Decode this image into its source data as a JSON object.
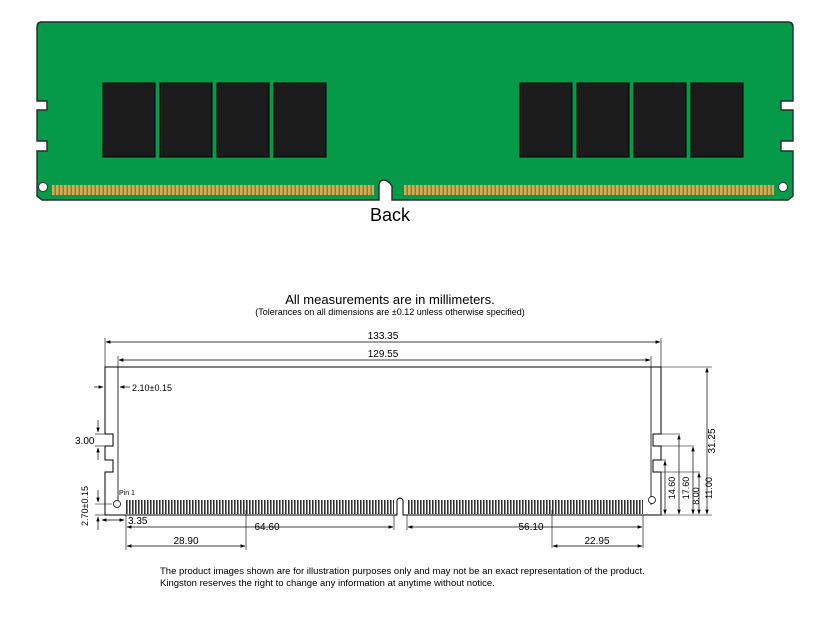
{
  "photo": {
    "side_label": "Back",
    "colors": {
      "pcb": "#049a4a",
      "chip": "#1c1c1c",
      "contacts": "#c9a24a"
    }
  },
  "drawing": {
    "title": "All measurements are in millimeters.",
    "subtitle": "(Tolerances on all dimensions are ±0.12 unless otherwise specified)",
    "pin_label": "Pin 1",
    "dimensions": {
      "overall_width": "133.35",
      "inner_width": "129.55",
      "notch_edge": "2.10±0.15",
      "notch_height": "3.00",
      "hole_height": "2.70±0.15",
      "first_contact": "3.35",
      "left_contacts": "64.60",
      "left_offset": "28.90",
      "right_contacts": "56.10",
      "right_offset": "22.95",
      "h_31": "31.25",
      "h_14": "14.60",
      "h_17": "17.60",
      "h_8": "8.00",
      "h_11": "11.00"
    }
  },
  "disclaimer": {
    "line1": "The product images shown are for illustration purposes only and may not be an exact representation of the product.",
    "line2": "Kingston reserves the right to change any information at anytime without notice."
  }
}
